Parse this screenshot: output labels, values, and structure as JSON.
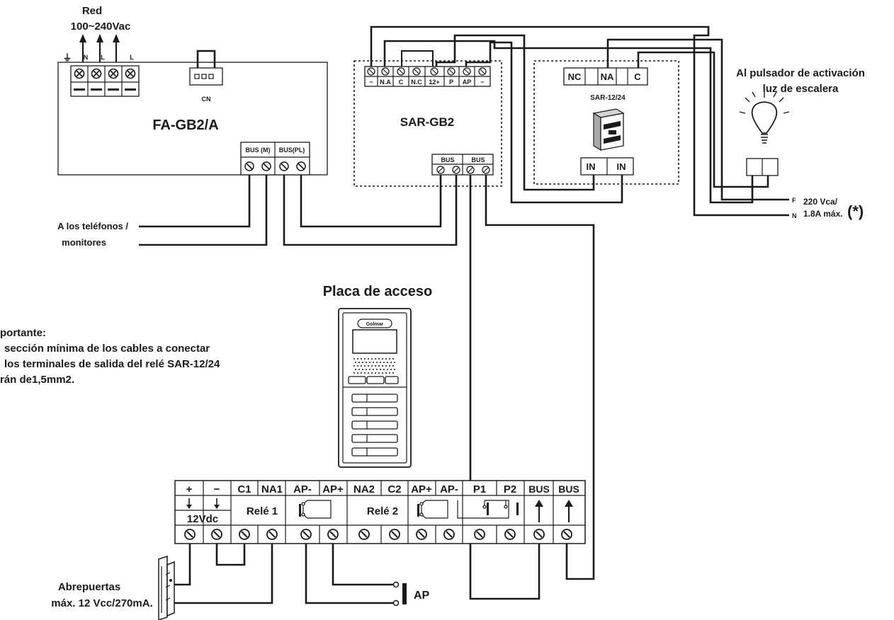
{
  "supply": {
    "title": "Red",
    "voltage": "100~240Vac"
  },
  "fa": {
    "name": "FA-GB2/A",
    "cn": "CN",
    "inputs": [
      "⏚",
      "N",
      "L",
      "L"
    ],
    "bus_m": "BUS (M)",
    "bus_pl": "BUS(PL)"
  },
  "sar_gb2": {
    "name": "SAR-GB2",
    "terminals": [
      "−",
      "N.A",
      "C",
      "N.C",
      "12+",
      "P",
      "AP",
      "−"
    ],
    "bus": [
      "BUS",
      "BUS"
    ]
  },
  "sar_1224": {
    "name": "SAR-12/24",
    "contacts": [
      "NC",
      "NA",
      "C"
    ],
    "inputs": [
      "IN",
      "IN"
    ]
  },
  "lamp": {
    "title_line1": "Al pulsador de activación",
    "title_line2": "luz de escalera",
    "f": "F",
    "n": "N",
    "spec1": "220 Vca/",
    "spec2": "1.8A máx.",
    "asterisk": "(*)"
  },
  "phones": {
    "line1": "A los teléfonos /",
    "line2": "monitores"
  },
  "panel": {
    "title": "Placa de acceso",
    "logo": "Golmar"
  },
  "note": {
    "line1": "portante:",
    "line2": "sección mínima de los cables a conectar",
    "line3": "los terminales de salida del relé SAR-12/24",
    "line4": "rán de1,5mm2."
  },
  "board": {
    "headers": [
      "+",
      "−",
      "C1",
      "NA1",
      "AP-",
      "AP+",
      "NA2",
      "C2",
      "AP+",
      "AP-",
      "P1",
      "P2",
      "BUS",
      "BUS"
    ],
    "vdc": "12Vdc",
    "rele1": "Relé 1",
    "rele2": "Relé 2"
  },
  "lock": {
    "line1": "Abrepuertas",
    "line2": "máx. 12 Vcc/270mA."
  },
  "ap": {
    "label": "AP"
  }
}
